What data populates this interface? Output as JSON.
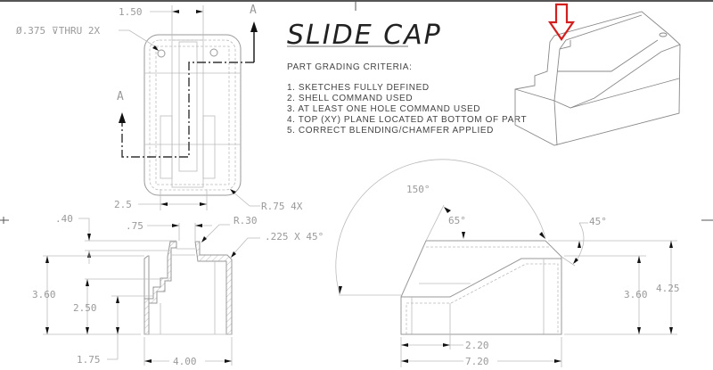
{
  "title": "SLIDE CAP",
  "criteria_heading": "PART GRADING CRITERIA:",
  "criteria": [
    "1. SKETCHES FULLY DEFINED",
    "2. SHELL COMMAND USED",
    "3. AT LEAST ONE HOLE COMMAND USED",
    "4. TOP (XY) PLANE LOCATED AT BOTTOM OF PART",
    "5. CORRECT BLENDING/CHAMFER APPLIED"
  ],
  "top_view": {
    "dim_width_slot": "1.50",
    "hole_note": "Ø.375 ⊽THRU 2X",
    "dim_width": "2.5",
    "radius_note": "R.75 4X",
    "section_label_top": "A",
    "section_label_left": "A"
  },
  "front_view": {
    "dim_lip": ".40",
    "dim_slot": ".75",
    "dim_fillet": "R.30",
    "dim_chamfer": ".225 X 45°",
    "dim_height": "3.60",
    "dim_step2": "2.50",
    "dim_step1": "1.75",
    "dim_width": "4.00"
  },
  "side_view": {
    "angle_150": "150°",
    "angle_65": "65°",
    "angle_45": "45°",
    "dim_height_inner": "3.60",
    "dim_height_total": "4.25",
    "dim_flat": "2.20",
    "dim_length": "7.20"
  },
  "colors": {
    "marker_arrow": "#d22020"
  }
}
